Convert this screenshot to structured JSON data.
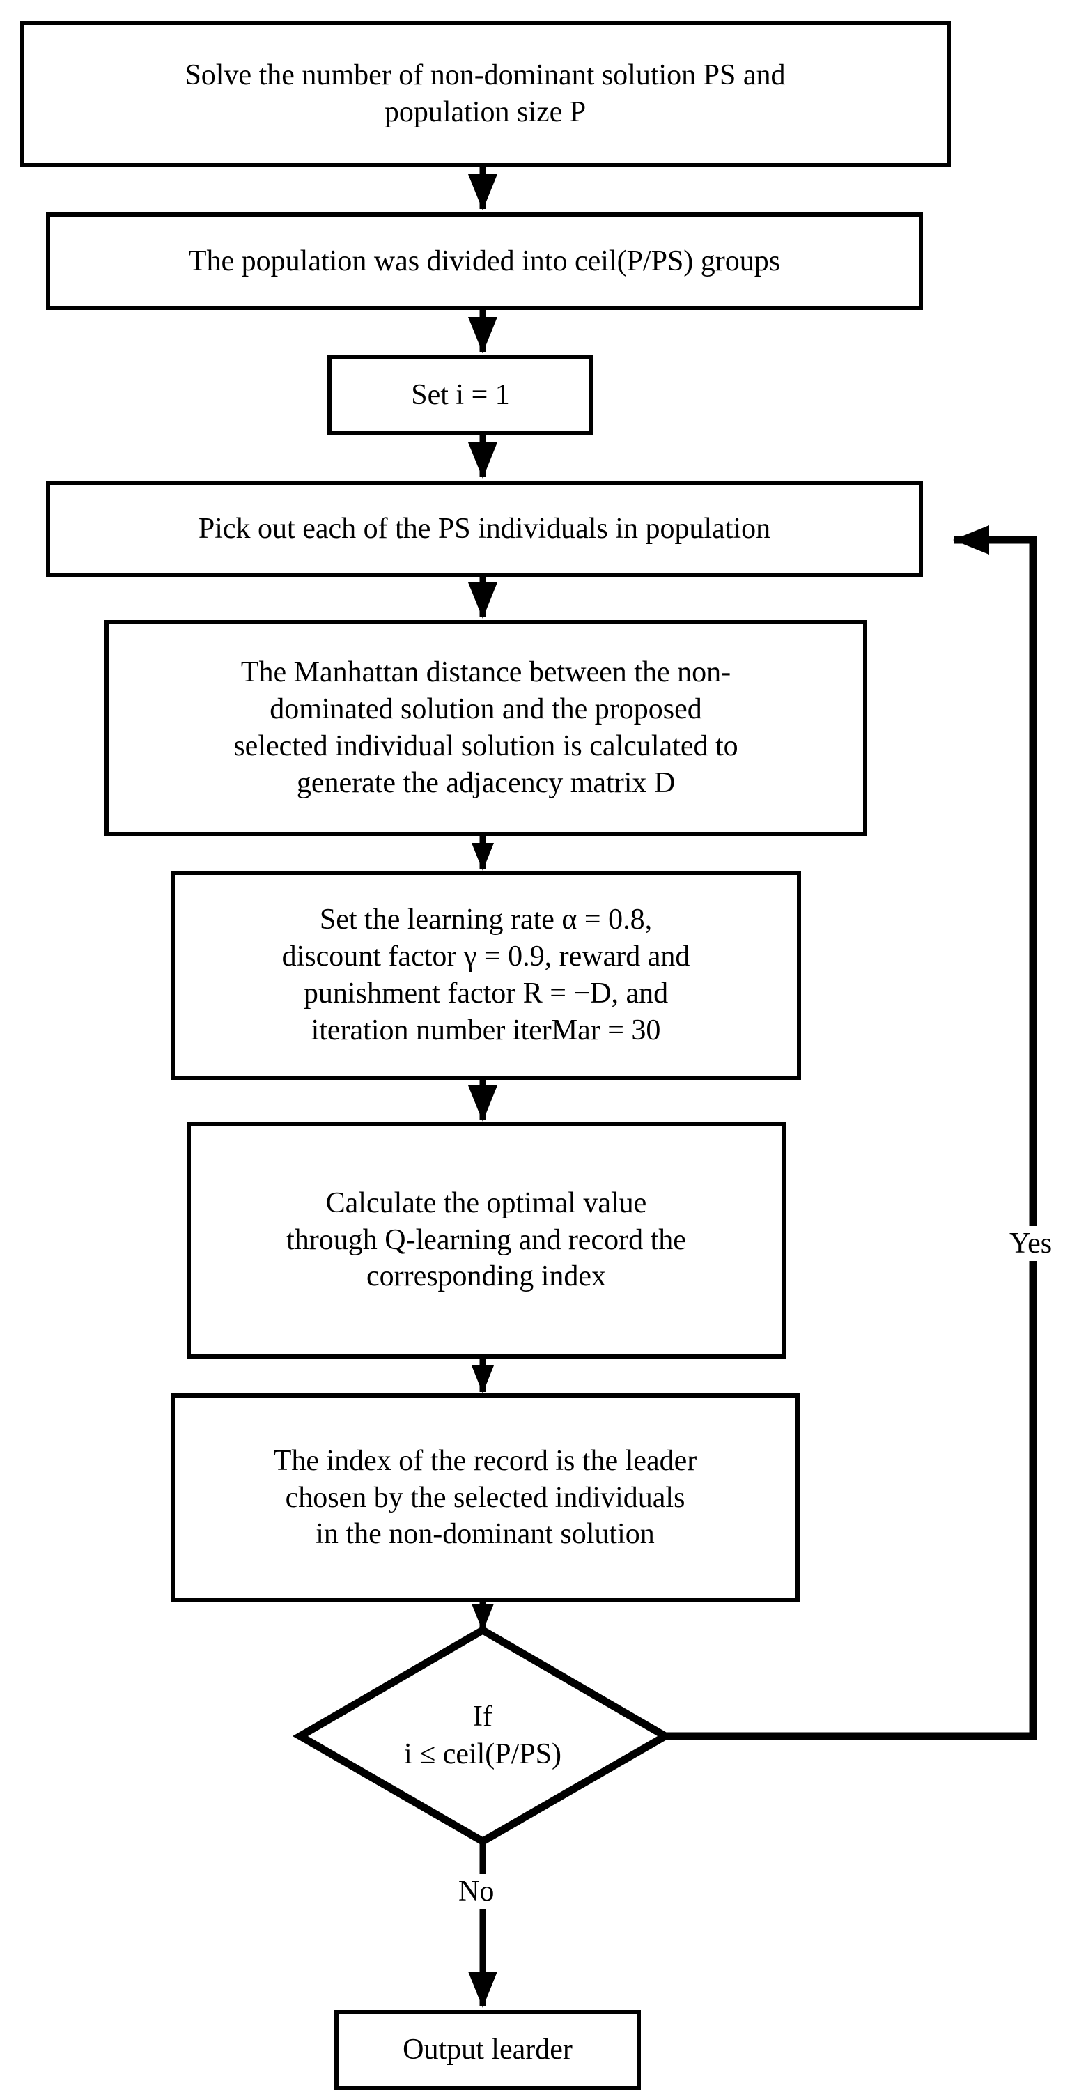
{
  "diagram": {
    "type": "flowchart",
    "title": "Q-learning leader selection flowchart",
    "orientation": "top-to-bottom",
    "line_color": "#000000",
    "fill_color": "#ffffff",
    "text_color": "#000000"
  },
  "nodes": {
    "solve": {
      "shape": "process",
      "text": "Solve the number of non-dominant solution PS and\npopulation size P"
    },
    "divide": {
      "shape": "process",
      "text": "The population was divided into ceil(P/PS) groups"
    },
    "set_i": {
      "shape": "process",
      "text": "Set i = 1"
    },
    "pick": {
      "shape": "process",
      "text": "Pick out each of the PS individuals in population"
    },
    "manhattan": {
      "shape": "process",
      "text": "The Manhattan distance between the non-\ndominated solution and the proposed\nselected individual solution is calculated to\ngenerate the adjacency matrix D"
    },
    "params": {
      "shape": "process",
      "text": "Set the learning rate α = 0.8,\ndiscount factor γ  = 0.9, reward and\npunishment factor R = −D, and\niteration number iterMar = 30"
    },
    "qlearn": {
      "shape": "process",
      "text": "Calculate the optimal value\nthrough Q-learning and record the\ncorresponding index"
    },
    "leader_index": {
      "shape": "process",
      "text": "The index of the record is the leader\nchosen by the selected individuals\nin the non-dominant solution"
    },
    "decision": {
      "shape": "decision",
      "text": "If\ni ≤ ceil(P/PS)"
    },
    "output": {
      "shape": "process",
      "text": "Output learder"
    }
  },
  "edge_labels": {
    "yes": "Yes",
    "no": "No"
  }
}
